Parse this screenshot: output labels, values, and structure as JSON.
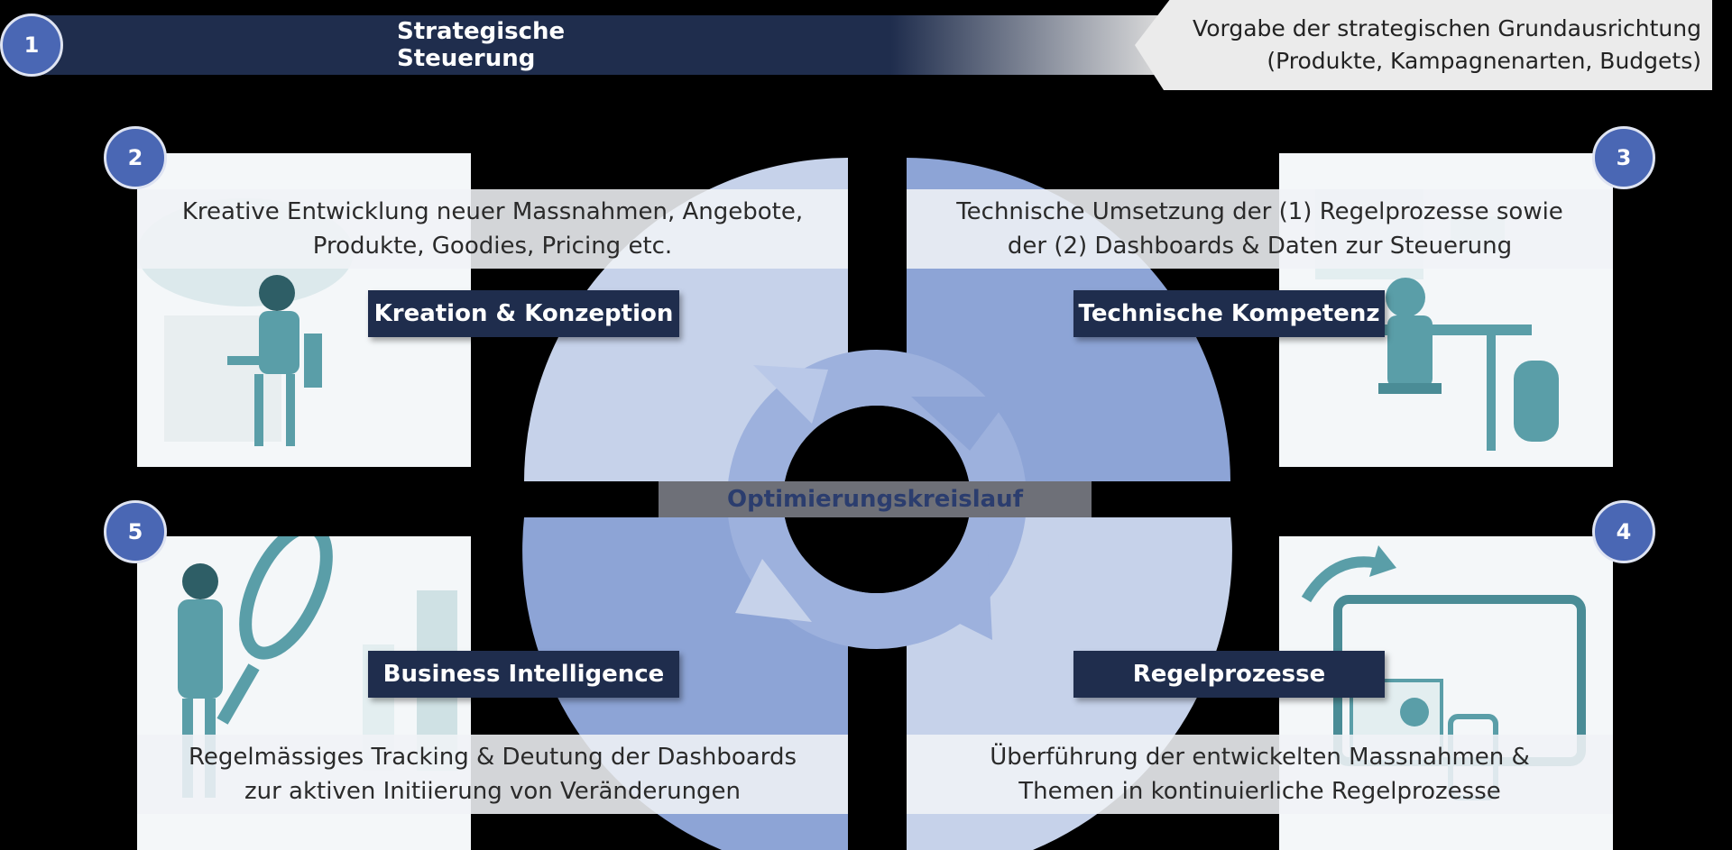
{
  "header": {
    "step": "1",
    "title": "Strategische Steuerung",
    "description_line1": "Vorgabe der strategischen Grundausrichtung",
    "description_line2": "(Produkte, Kampagnenarten, Budgets)"
  },
  "center": {
    "label": "Optimierungskreislauf"
  },
  "quadrants": {
    "top_left": {
      "step": "2",
      "label": "Kreation & Konzeption",
      "desc_line1": "Kreative Entwicklung neuer Massnahmen, Angebote,",
      "desc_line2": "Produkte, Goodies, Pricing etc."
    },
    "top_right": {
      "step": "3",
      "label": "Technische Kompetenz",
      "desc_line1": "Technische Umsetzung der (1) Regelprozesse sowie",
      "desc_line2": "der (2) Dashboards & Daten zur Steuerung"
    },
    "bottom_right": {
      "step": "4",
      "label": "Regelprozesse",
      "desc_line1": "Überführung der entwickelten Massnahmen &",
      "desc_line2": "Themen in kontinuierliche Regelprozesse"
    },
    "bottom_left": {
      "step": "5",
      "label": "Business Intelligence",
      "desc_line1": "Regelmässiges Tracking & Deutung der Dashboards",
      "desc_line2": "zur aktiven Initiierung von Veränderungen"
    }
  },
  "colors": {
    "navy": "#1f2d4d",
    "badge": "#4a67b4",
    "quadrant_light": "#c6d2ea",
    "quadrant_mid": "#8da4d6",
    "teal_illustration": "#5a9ea8"
  }
}
